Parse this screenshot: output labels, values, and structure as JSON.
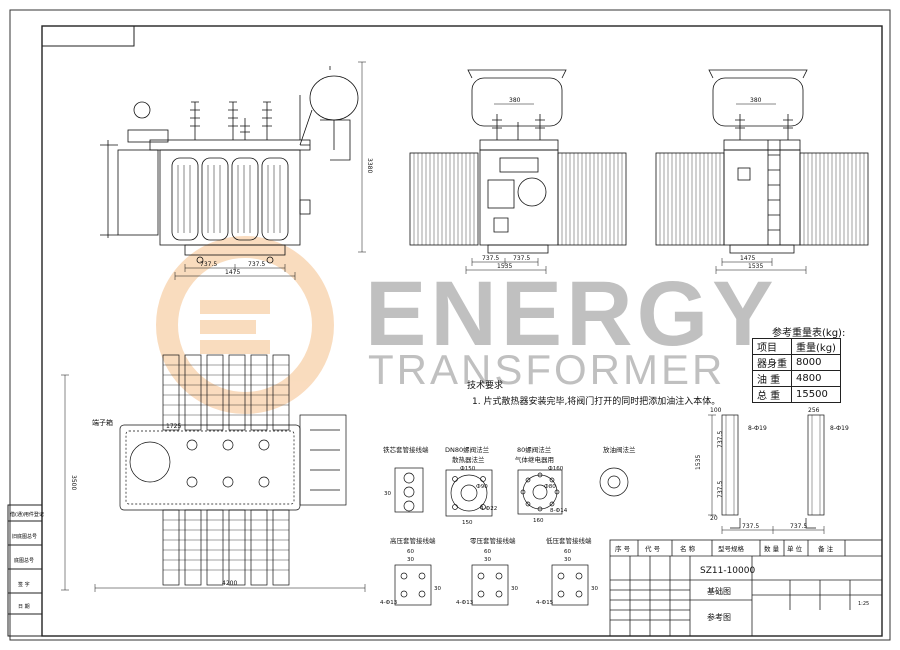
{
  "watermark": {
    "line1": "ENERGY",
    "line2": "TRANSFORMER",
    "logo_color": "#f5c08a",
    "text_color": "#9a9a9a"
  },
  "dimensions": {
    "side_height": "3380",
    "side_half_a": "737.5",
    "side_half_b": "737.5",
    "side_total": "1475",
    "front_top": "380",
    "front_half_a": "737.5",
    "front_half_b": "737.5",
    "front_total": "1535",
    "back_top": "380",
    "back_a": "1475",
    "back_total": "1535",
    "plan_height": "3500",
    "plan_width": "4200",
    "plan_note": "1725",
    "base_100": "100",
    "base_256": "256",
    "base_1535": "1535",
    "base_737a": "737.5",
    "base_737b": "737.5",
    "base_737c": "737.5",
    "base_737d": "737.5",
    "base_20": "20",
    "base_hole_a": "8-Ф19",
    "base_hole_b": "8-Ф19"
  },
  "labels": {
    "terminal_box": "端子箱",
    "tech_title": "技术要求",
    "tech_note": "1. 片式散热器安装完毕,将阀门打开的同时把添加油注入本体。",
    "weight_title": "参考重量表(kg):"
  },
  "weight_table": [
    {
      "item": "项目",
      "value": "重量(kg)"
    },
    {
      "item": "器身重",
      "value": "8000"
    },
    {
      "item": "油 重",
      "value": "4800"
    },
    {
      "item": "总 重",
      "value": "15500"
    }
  ],
  "details": {
    "d1_title": "铁芯套管接线端",
    "d2_title": "DN80螺阀法兰",
    "d2_sub": "散热器法兰",
    "d3_title": "80螺阀法兰",
    "d3_sub": "气体继电器用",
    "d4_title": "放油阀法兰",
    "d5_title": "高压套管接线端",
    "d6_title": "零压套管接线端",
    "d7_title": "低压套管接线端",
    "d1_w": "30",
    "d2_dim1": "Ф150",
    "d2_dim2": "Ф90",
    "d2_dim3": "150",
    "d2_dim4": "4-Ф22",
    "d3_dim1": "Ф160",
    "d3_dim2": "Ф80",
    "d3_dim3": "160",
    "d3_dim4": "8-Ф14",
    "d5_w": "60",
    "d5_w2": "30",
    "d5_h": "30",
    "d5_holes": "4-Ф13",
    "d6_w": "60",
    "d6_w2": "30",
    "d6_h": "30",
    "d6_holes": "4-Ф13",
    "d7_w": "60",
    "d7_w2": "30",
    "d7_h": "30",
    "d7_holes": "4-Ф15"
  },
  "title_block": {
    "header": [
      "序 号",
      "代 号",
      "名 称",
      "型号规格",
      "数 量",
      "单 位",
      "备 注"
    ],
    "model": "SZ11-10000",
    "drawing_name": "基础图",
    "ref": "参考图",
    "scale": "1:25"
  },
  "left_strip": [
    "借(通)用件登记",
    "旧底图总号",
    "底图总号",
    "签 字",
    "日 期"
  ]
}
